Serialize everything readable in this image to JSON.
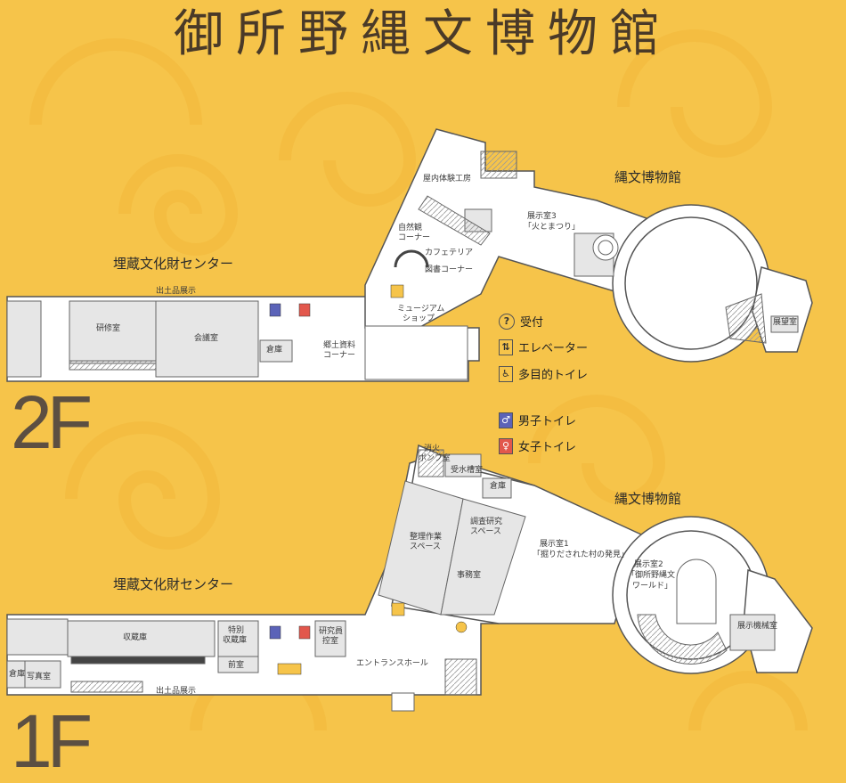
{
  "title": "御所野縄文博物館",
  "floors": {
    "upper": "2F",
    "lower": "1F"
  },
  "floor2": {
    "wing_left": "埋蔵文化財センター",
    "wing_right": "縄文博物館",
    "rooms": {
      "indoor_workshop": "屋内体験工房",
      "self_study_line1": "自然観",
      "self_study_line2": "コーナー",
      "cafeteria": "カフェテリア",
      "library": "図書コーナー",
      "museum_shop_line1": "ミュージアム",
      "museum_shop_line2": "ショップ",
      "exhibit3_line1": "展示室3",
      "exhibit3_line2": "「火とまつり」",
      "observation": "展望室",
      "artifact_display": "出土品展示",
      "training": "研修室",
      "conference": "会議室",
      "storage": "倉庫",
      "local_history_line1": "郷土資料",
      "local_history_line2": "コーナー"
    }
  },
  "floor1": {
    "wing_left": "埋蔵文化財センター",
    "wing_right": "縄文博物館",
    "rooms": {
      "pump_line1": "消火",
      "pump_line2": "ポンプ室",
      "water_tank": "受水槽室",
      "storage": "倉庫",
      "processing_line1": "整理作業",
      "processing_line2": "スペース",
      "research_line1": "調査研究",
      "research_line2": "スペース",
      "office": "事務室",
      "exhibit1_line1": "展示室1",
      "exhibit1_line2": "「掘りだされた村の発見」",
      "exhibit2_line1": "展示室2",
      "exhibit2_line2": "「御所野縄文",
      "exhibit2_line3": "ワールド」",
      "machine_room": "展示機械室",
      "repository": "収蔵庫",
      "special_repo_line1": "特別",
      "special_repo_line2": "収蔵庫",
      "front_room": "前室",
      "staff_line1": "研究員",
      "staff_line2": "控室",
      "entrance": "エントランスホール",
      "store": "倉庫",
      "photo_room": "写真室",
      "artifact_display": "出土品展示"
    }
  },
  "legend": [
    {
      "icon": "reception-icon",
      "symbol": "?",
      "label": "受付",
      "color": "#f6c44a"
    },
    {
      "icon": "elevator-icon",
      "symbol": "⇅",
      "label": "エレベーター",
      "color": "#f6c44a"
    },
    {
      "icon": "multipurpose-toilet-icon",
      "symbol": "♿",
      "label": "多目的トイレ",
      "color": "#f6c44a"
    },
    {
      "icon": "mens-toilet-icon",
      "symbol": "♂",
      "label": "男子トイレ",
      "color": "#5b63b8"
    },
    {
      "icon": "womens-toilet-icon",
      "symbol": "♀",
      "label": "女子トイレ",
      "color": "#e2574c"
    }
  ]
}
